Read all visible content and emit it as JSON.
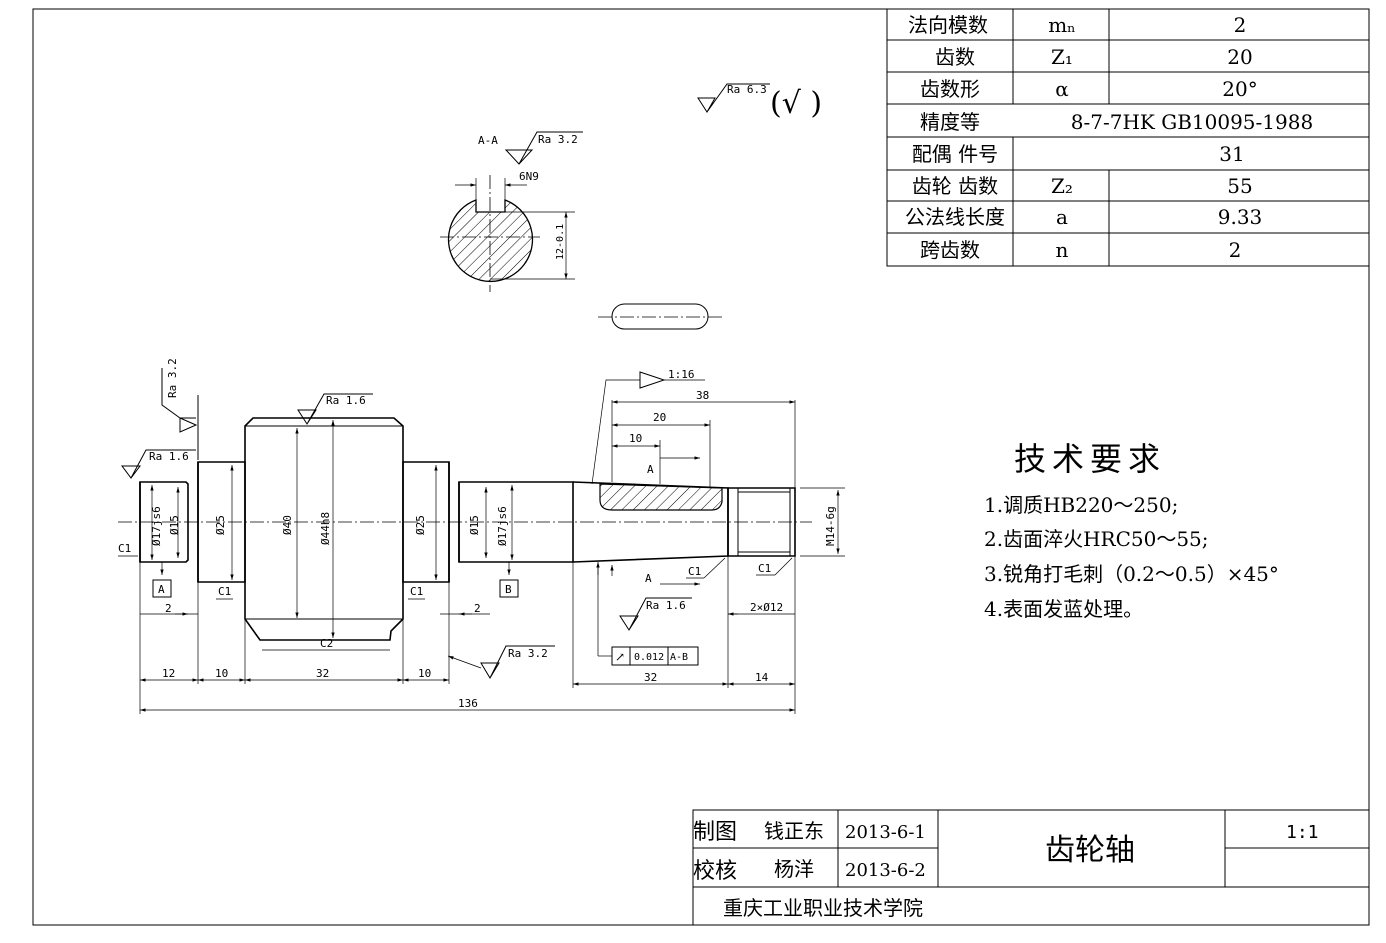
{
  "params_table": {
    "rows": [
      {
        "name": "法向模数",
        "symbol": "mₙ",
        "value": "2"
      },
      {
        "name": "齿数",
        "symbol": "Z₁",
        "value": "20"
      },
      {
        "name": "齿数形",
        "symbol": "α",
        "value": "20°"
      },
      {
        "name": "精度等",
        "symbol": "",
        "value": "8-7-7HK GB10095-1988"
      },
      {
        "name": "配偶 件号",
        "symbol": "",
        "value": "31"
      },
      {
        "name": "齿轮 齿数",
        "symbol": "Z₂",
        "value": "55"
      },
      {
        "name": "公法线长度",
        "symbol": "a",
        "value": "9.33"
      },
      {
        "name": "跨齿数",
        "symbol": "n",
        "value": "2"
      }
    ]
  },
  "roughness": {
    "general": "Ra 6.3",
    "general_bracket": "(√ )",
    "section": "Ra 3.2",
    "left_end": "Ra 3.2",
    "journal_left": "Ra 1.6",
    "gear_top": "Ra 1.6",
    "taper": "Ra 1.6",
    "bottom": "Ra 3.2"
  },
  "section_view": {
    "label": "A-A",
    "keyway_width": "6N9",
    "depth": "12-0.1"
  },
  "dimensions": {
    "taper": "1:16",
    "d38": "38",
    "d20": "20",
    "d10": "10",
    "phi17_left": "Ø17js6",
    "phi15_left": "Ø15",
    "phi25_left": "Ø25",
    "phi40": "Ø40",
    "phi44": "Ø44h8",
    "phi25_right": "Ø25",
    "phi15_right": "Ø15",
    "phi17_right": "Ø17js6",
    "thread": "M14-6g",
    "c1": "C1",
    "c2": "C2",
    "datum_a": "A",
    "datum_b": "B",
    "section_a": "A",
    "groove": "2×Ø12",
    "two": "2",
    "len12": "12",
    "len10a": "10",
    "len32a": "32",
    "len10b": "10",
    "len32b": "32",
    "len14": "14",
    "total": "136",
    "runout_value": "0.012",
    "runout_datum": "A-B",
    "runout_symbol": "↗"
  },
  "tech_requirements": {
    "title": "技术要求",
    "items": [
      "1.调质HB220～250;",
      "2.齿面淬火HRC50～55;",
      "3.锐角打毛刺（0.2～0.5）×45°",
      "4.表面发蓝处理。"
    ]
  },
  "title_block": {
    "drawn_label": "制图",
    "drawn_by": "钱正东",
    "drawn_date": "2013-6-1",
    "checked_label": "校核",
    "checked_by": "杨洋",
    "checked_date": "2013-6-2",
    "part_name": "齿轮轴",
    "scale": "1:1",
    "school": "重庆工业职业技术学院"
  }
}
